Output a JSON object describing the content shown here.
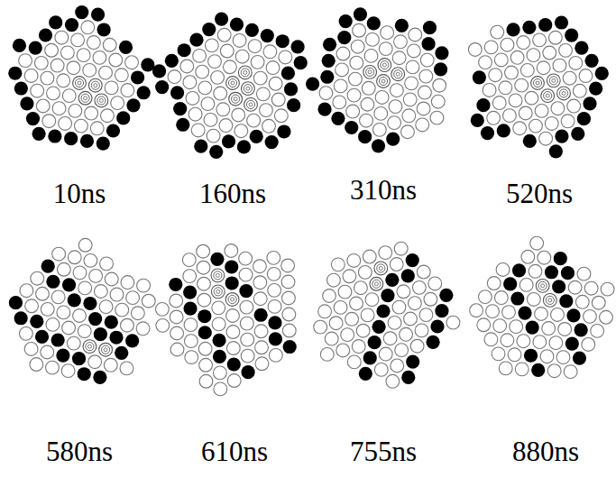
{
  "diagram": {
    "labels": [
      "10ns",
      "160ns",
      "310ns",
      "520ns",
      "580ns",
      "610ns",
      "755ns",
      "880ns"
    ]
  }
}
